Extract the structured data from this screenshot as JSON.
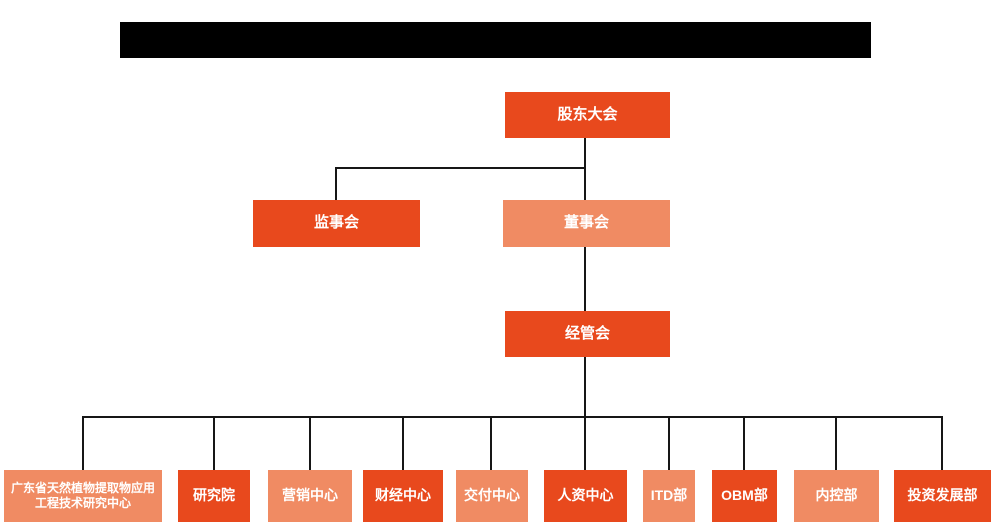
{
  "page": {
    "background": "#ffffff",
    "title_bar": {
      "type": "redacted-black-bar",
      "color": "#000000"
    }
  },
  "colors": {
    "primary_box": "#E8491D",
    "secondary_box": "#F08B63",
    "connector": "#161616",
    "text": "#ffffff"
  },
  "org_chart": {
    "root": {
      "label": "股东大会",
      "variant": "primary"
    },
    "level2": [
      {
        "label": "监事会",
        "variant": "primary"
      },
      {
        "label": "董事会",
        "variant": "secondary"
      }
    ],
    "level3": {
      "label": "经管会",
      "variant": "primary"
    },
    "departments": [
      {
        "label": "广东省天然植物提取物应用工程技术研究中心",
        "variant": "secondary"
      },
      {
        "label": "研究院",
        "variant": "primary"
      },
      {
        "label": "营销中心",
        "variant": "secondary"
      },
      {
        "label": "财经中心",
        "variant": "primary"
      },
      {
        "label": "交付中心",
        "variant": "secondary"
      },
      {
        "label": "人资中心",
        "variant": "primary"
      },
      {
        "label": "ITD部",
        "variant": "secondary"
      },
      {
        "label": "OBM部",
        "variant": "primary"
      },
      {
        "label": "内控部",
        "variant": "secondary"
      },
      {
        "label": "投资发展部",
        "variant": "primary"
      }
    ]
  }
}
